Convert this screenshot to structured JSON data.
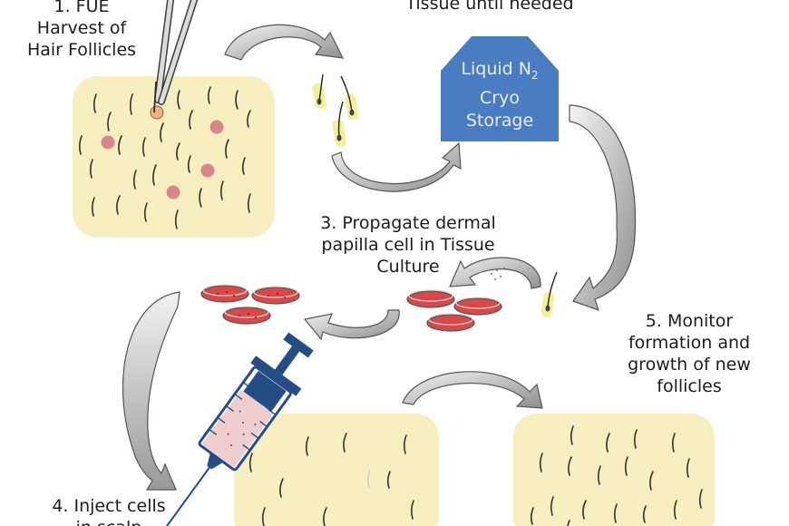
{
  "steps": {
    "step1": {
      "line1": "1. FUE",
      "line2": "Harvest of",
      "line3": "Hair Follicles"
    },
    "step2": {
      "line1": "Tissue until needed"
    },
    "step3": {
      "line1": "3. Propagate dermal",
      "line2": "papilla cell in Tissue",
      "line3": "Culture"
    },
    "step4": {
      "line1": "4. Inject cells",
      "line2": "in scalp"
    },
    "step5": {
      "line1": "5. Monitor",
      "line2": "formation and",
      "line3": "growth of new",
      "line4": "follicles"
    }
  },
  "storage": {
    "line1": "Liquid N",
    "subscript": "2",
    "line2": "Cryo",
    "line3": "Storage"
  },
  "icons": [
    "forceps-icon",
    "hair-follicle-icon",
    "petri-dish-icon",
    "syringe-icon",
    "storage-tank-icon",
    "curved-arrow-icon"
  ],
  "colors": {
    "skin": "#f8efc0",
    "follicle_spot": "#d9868a",
    "storage_blue": "#4a7cc2",
    "petri_red": "#d94848",
    "syringe_blue": "#244d86",
    "syringe_fluid": "#f1cece",
    "arrow_gray": "#b8b8b8"
  }
}
